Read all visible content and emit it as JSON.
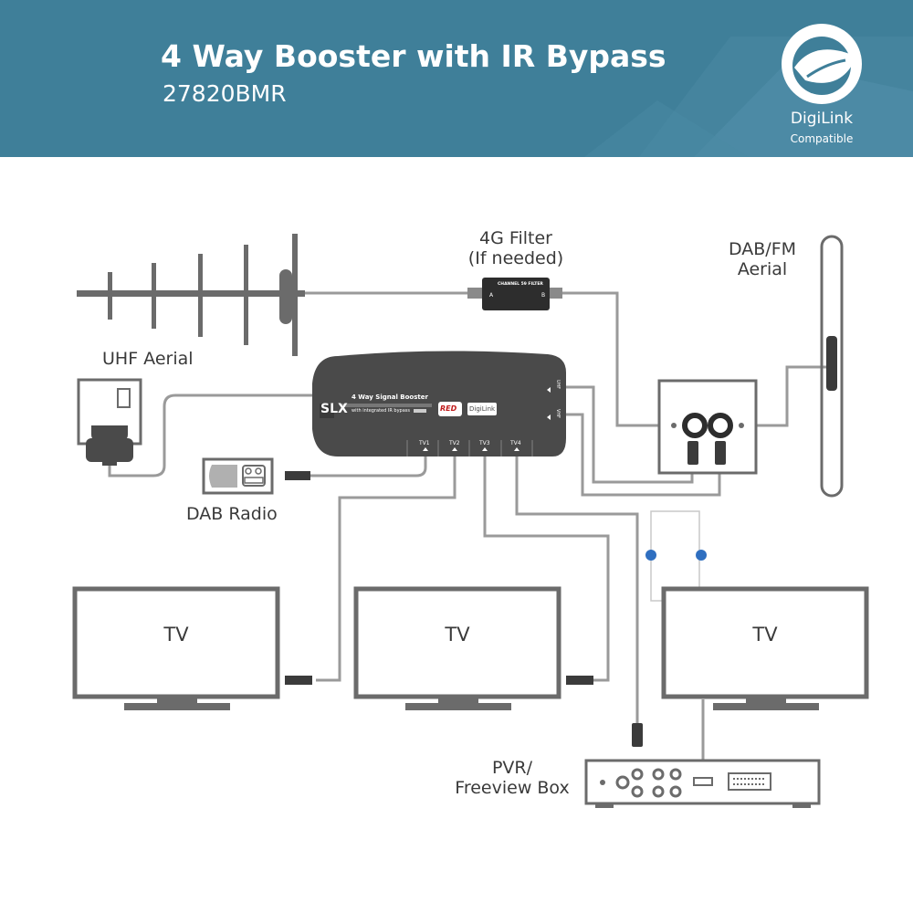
{
  "header": {
    "title": "4 Way Booster with IR Bypass",
    "model": "27820BMR",
    "badge_line1": "DigiLink",
    "badge_line2": "Compatible"
  },
  "labels": {
    "filter_title": "4G Filter",
    "filter_sub": "(If needed)",
    "dab_aerial_1": "DAB/FM",
    "dab_aerial_2": "Aerial",
    "uhf_aerial": "UHF Aerial",
    "dab_radio": "DAB Radio",
    "tv1": "TV",
    "tv2": "TV",
    "tv3": "TV",
    "pvr_1": "PVR/",
    "pvr_2": "Freeview Box"
  },
  "device": {
    "brand": "SLX",
    "name": "4 Way Signal Booster",
    "sub": "with integrated IR bypass",
    "red_badge": "RED",
    "digilink": "DigiLink",
    "port_uhf": "UHF",
    "port_vhf": "VHF",
    "ports": [
      "TV1",
      "TV2",
      "TV3",
      "TV4"
    ]
  },
  "filter_device": {
    "label": "CHANNEL 59 FILTER",
    "port_a": "A",
    "port_b": "B"
  },
  "colors": {
    "header_bg": "#3f7f99",
    "device": "#4a4a4a",
    "outline": "#6b6b6b",
    "cable": "#9a9a9a",
    "ir_dot": "#2f6fc0"
  }
}
